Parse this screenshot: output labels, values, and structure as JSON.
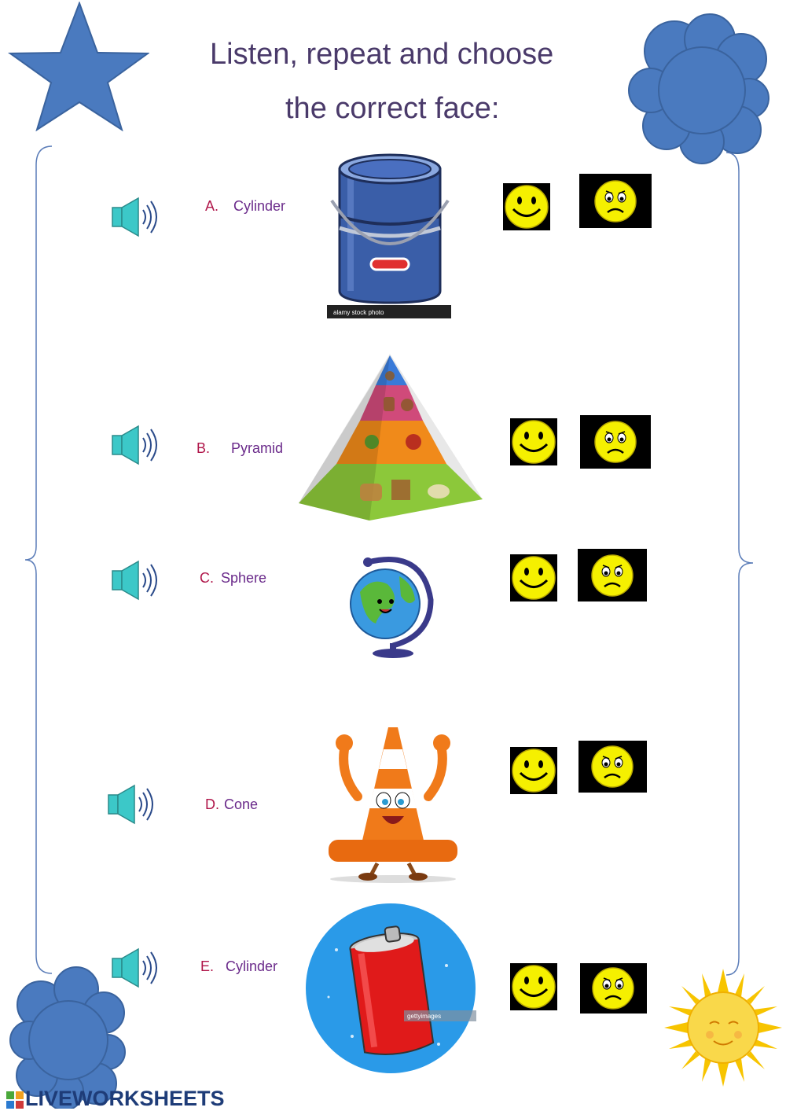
{
  "title": {
    "line1": "Listen, repeat and choose",
    "line2": "the correct  face:"
  },
  "items": [
    {
      "letter": "A.",
      "word": "Cylinder",
      "picture": "paint-bucket"
    },
    {
      "letter": "B.",
      "word": "Pyramid",
      "picture": "food-pyramid"
    },
    {
      "letter": "C.",
      "word": "Sphere",
      "picture": "globe"
    },
    {
      "letter": "D.",
      "word": "Cone",
      "picture": "traffic-cone"
    },
    {
      "letter": "E.",
      "word": "Cylinder",
      "picture": "soda-can"
    }
  ],
  "watermarks": {
    "bucket": "alamy stock photo",
    "can": "gettyimages"
  },
  "footer": {
    "brand": "LIVEWORKSHEETS"
  },
  "colors": {
    "shape_blue": "#4a7abf",
    "face_yellow": "#f5f000",
    "title": "#4a3a6a",
    "letter": "#b0164a",
    "word": "#6a2a8a",
    "speaker": "#3cc8c8"
  },
  "icons": [
    "speaker-icon",
    "happy-face-icon",
    "sad-face-icon",
    "star-icon",
    "cloud-icon",
    "sun-icon"
  ]
}
